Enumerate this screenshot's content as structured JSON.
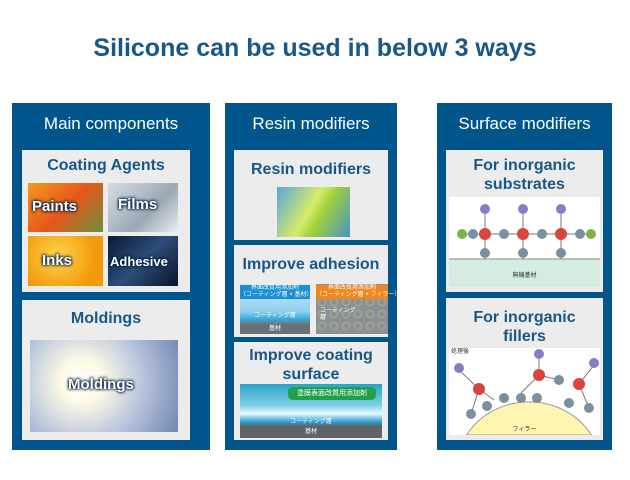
{
  "title": "Silicone can be used in below 3 ways",
  "columns": [
    {
      "header": "Main components",
      "panels": [
        {
          "title": "Coating Agents",
          "images": [
            "Paints",
            "Films",
            "Inks",
            "Adhesive"
          ]
        },
        {
          "title": "Moldings",
          "image_label": "Moldings"
        }
      ]
    },
    {
      "header": "Resin modifiers",
      "panels": [
        {
          "title": "Resin modifiers"
        },
        {
          "title": "Improve adhesion",
          "callouts": [
            "界面改質用添加剤\n（コーティング層 × 基材）",
            "界面改質用添加剤\n（コーティング層 × フィラー）"
          ],
          "layer_labels": [
            "コーティング層",
            "基材",
            "コーティング層"
          ]
        },
        {
          "title": "Improve coating surface",
          "callout": "塗膜表面改質用添加剤",
          "layer_labels": [
            "コーティング層",
            "基材"
          ]
        }
      ]
    },
    {
      "header": "Surface modifiers",
      "panels": [
        {
          "title": "For inorganic substrates",
          "substrate_label": "無機基材"
        },
        {
          "title": "For inorganic fillers",
          "corner_label": "処理後",
          "filler_label": "フィラー"
        }
      ]
    }
  ],
  "colors": {
    "header_blue": "#00558c",
    "title_blue": "#17578a",
    "panel_gray": "#ececec"
  }
}
